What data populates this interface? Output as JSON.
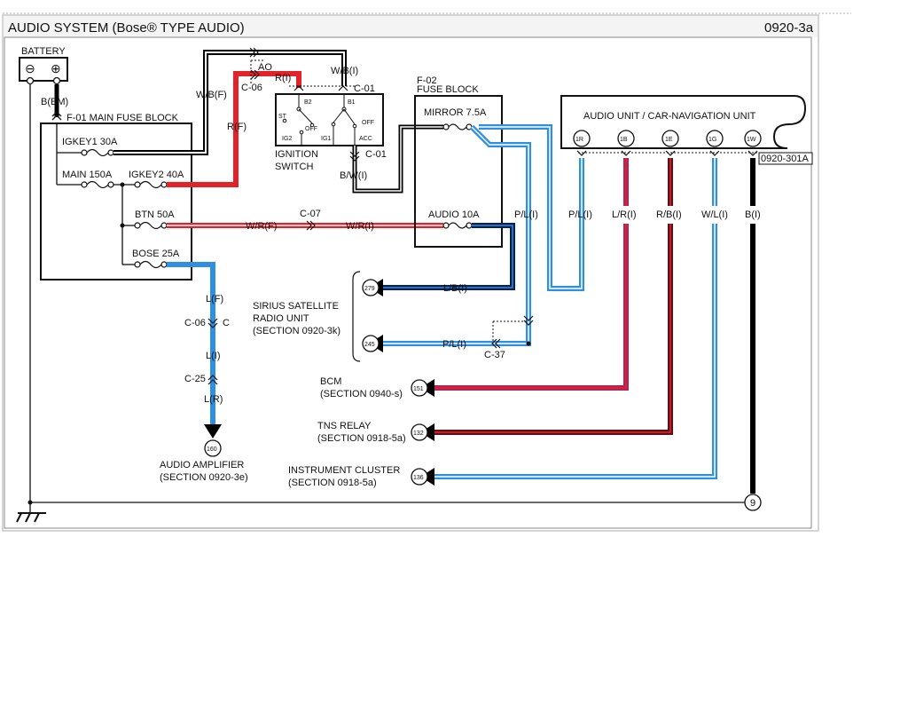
{
  "header": {
    "title": "AUDIO SYSTEM (Bose® TYPE AUDIO)",
    "page_code": "0920-3a"
  },
  "battery": {
    "label": "BATTERY",
    "minus": "⊖",
    "plus": "⊕",
    "wire": "B(EM)"
  },
  "main_fuse_block": {
    "label": "F-01  MAIN FUSE BLOCK",
    "fuses": {
      "igkey1": "IGKEY1 30A",
      "main": "MAIN 150A",
      "igkey2": "IGKEY2 40A",
      "btn": "BTN 50A",
      "bose": "BOSE 25A"
    }
  },
  "ignition": {
    "label_line1": "IGNITION",
    "label_line2": "SWITCH",
    "terminals": {
      "b2": "B2",
      "b1": "B1",
      "st": "ST",
      "off_left": "OFF",
      "off_right": "OFF",
      "ig2": "IG2",
      "ig1": "IG1",
      "acc": "ACC"
    },
    "ao": "AO",
    "c06": "C-06",
    "c01_top": "C-01",
    "c01_bot": "C-01"
  },
  "fuse_block_2": {
    "id": "F-02",
    "label": "FUSE BLOCK",
    "mirror": "MIRROR 7.5A",
    "audio": "AUDIO 10A"
  },
  "audio_unit": {
    "label": "AUDIO UNIT / CAR-NAVIGATION UNIT",
    "pins": [
      "1R",
      "1B",
      "1E",
      "1G",
      "1W"
    ],
    "ref": "0920-301A"
  },
  "wires": {
    "wb_f": "W/B(F)",
    "r_f": "R(F)",
    "r_i": "R(I)",
    "wb_i": "W/B(I)",
    "bw_i": "B/W(I)",
    "wr_f": "W/R(F)",
    "c07": "C-07",
    "wr_i": "W/R(I)",
    "pl_i_mid": "P/L(I)",
    "lb_i": "L/B(I)",
    "pl_i_low": "P/L(I)",
    "c37": "C-37",
    "l_f": "L(F)",
    "c06b": "C-06",
    "c_mark": "C",
    "l_i": "L(I)",
    "c25": "C-25",
    "l_r": "L(R)",
    "unit_pl": "P/L(I)",
    "unit_lr": "L/R(I)",
    "unit_rb": "R/B(I)",
    "unit_wl": "W/L(I)",
    "unit_b": "B(I)"
  },
  "destinations": {
    "sirius": {
      "line1": "SIRIUS SATELLITE",
      "line2": "RADIO UNIT",
      "line3": "(SECTION 0920-3k)",
      "ref_a": "279",
      "ref_b": "245"
    },
    "bcm": {
      "line1": "BCM",
      "line2": "(SECTION 0940-s)",
      "ref": "151"
    },
    "tns": {
      "line1": "TNS RELAY",
      "line2": "(SECTION 0918-5a)",
      "ref": "132"
    },
    "cluster": {
      "line1": "INSTRUMENT CLUSTER",
      "line2": "(SECTION 0918-5a)",
      "ref": "136"
    },
    "amp": {
      "line1": "AUDIO AMPLIFIER",
      "line2": "(SECTION 0920-3e)",
      "ref": "160"
    }
  },
  "ground": {
    "ref": "9"
  },
  "colors": {
    "red": "#e3232a",
    "blue": "#2f8fe0",
    "navy": "#0b1f55",
    "magenta": "#b0245c",
    "maroon": "#5e0e14",
    "black": "#000000",
    "white": "#ffffff"
  }
}
